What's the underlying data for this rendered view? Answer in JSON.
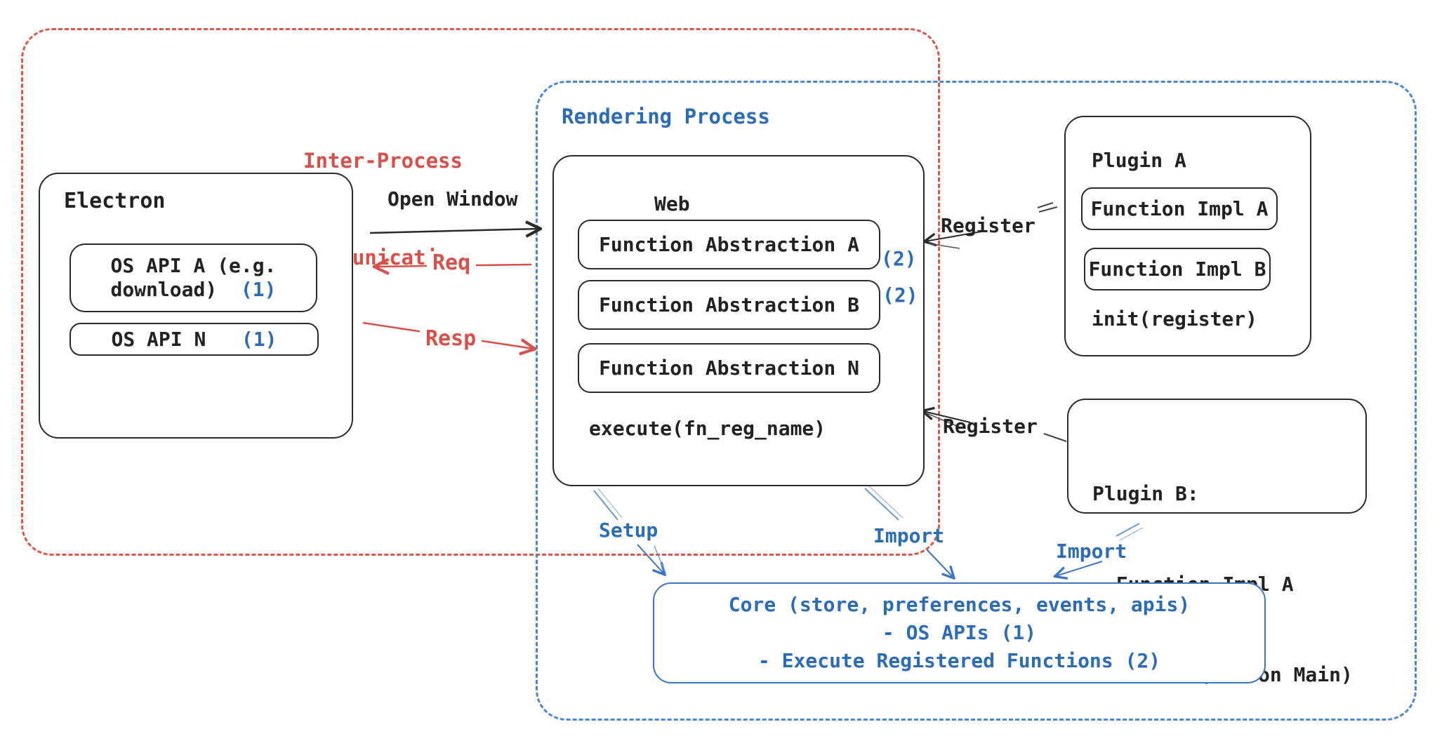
{
  "diagram": {
    "ipc": {
      "label_lines": [
        "Inter-Process",
        "Communication"
      ]
    },
    "rendering": {
      "label": "Rendering Process"
    },
    "electron": {
      "title": "Electron",
      "os_api_a_line1": "OS API A (e.g.",
      "os_api_a_line2": "download)",
      "os_api_a_badge": "(1)",
      "os_api_n": "OS API N",
      "os_api_n_badge": "(1)"
    },
    "web": {
      "title": "Web",
      "fa_a": "Function Abstraction A",
      "fa_a_badge": "(2)",
      "fa_b": "Function Abstraction B",
      "fa_b_badge": "(2)",
      "fa_n": "Function Abstraction N",
      "execute": "execute(fn_reg_name)"
    },
    "plugin_a": {
      "title": "Plugin A",
      "impl_a": "Function Impl A",
      "impl_b": "Function Impl B",
      "init": "init(register)"
    },
    "plugin_b": {
      "lines": [
        "Plugin B:",
        "- Function Impl A",
        "- Module (run on Main)"
      ]
    },
    "core": {
      "lines": [
        "Core (store, preferences, events, apis)",
        "- OS APIs (1)",
        "- Execute Registered Functions (2)"
      ]
    },
    "arrows": {
      "open_window": "Open Window",
      "req": "Req",
      "resp": "Resp",
      "register_1": "Register",
      "register_2": "Register",
      "setup": "Setup",
      "import_1": "Import",
      "import_2": "Import"
    },
    "colors": {
      "red": "#d9504a",
      "blue": "#2b6cb8",
      "blue_border": "#3b74c6",
      "black": "#222222"
    }
  }
}
